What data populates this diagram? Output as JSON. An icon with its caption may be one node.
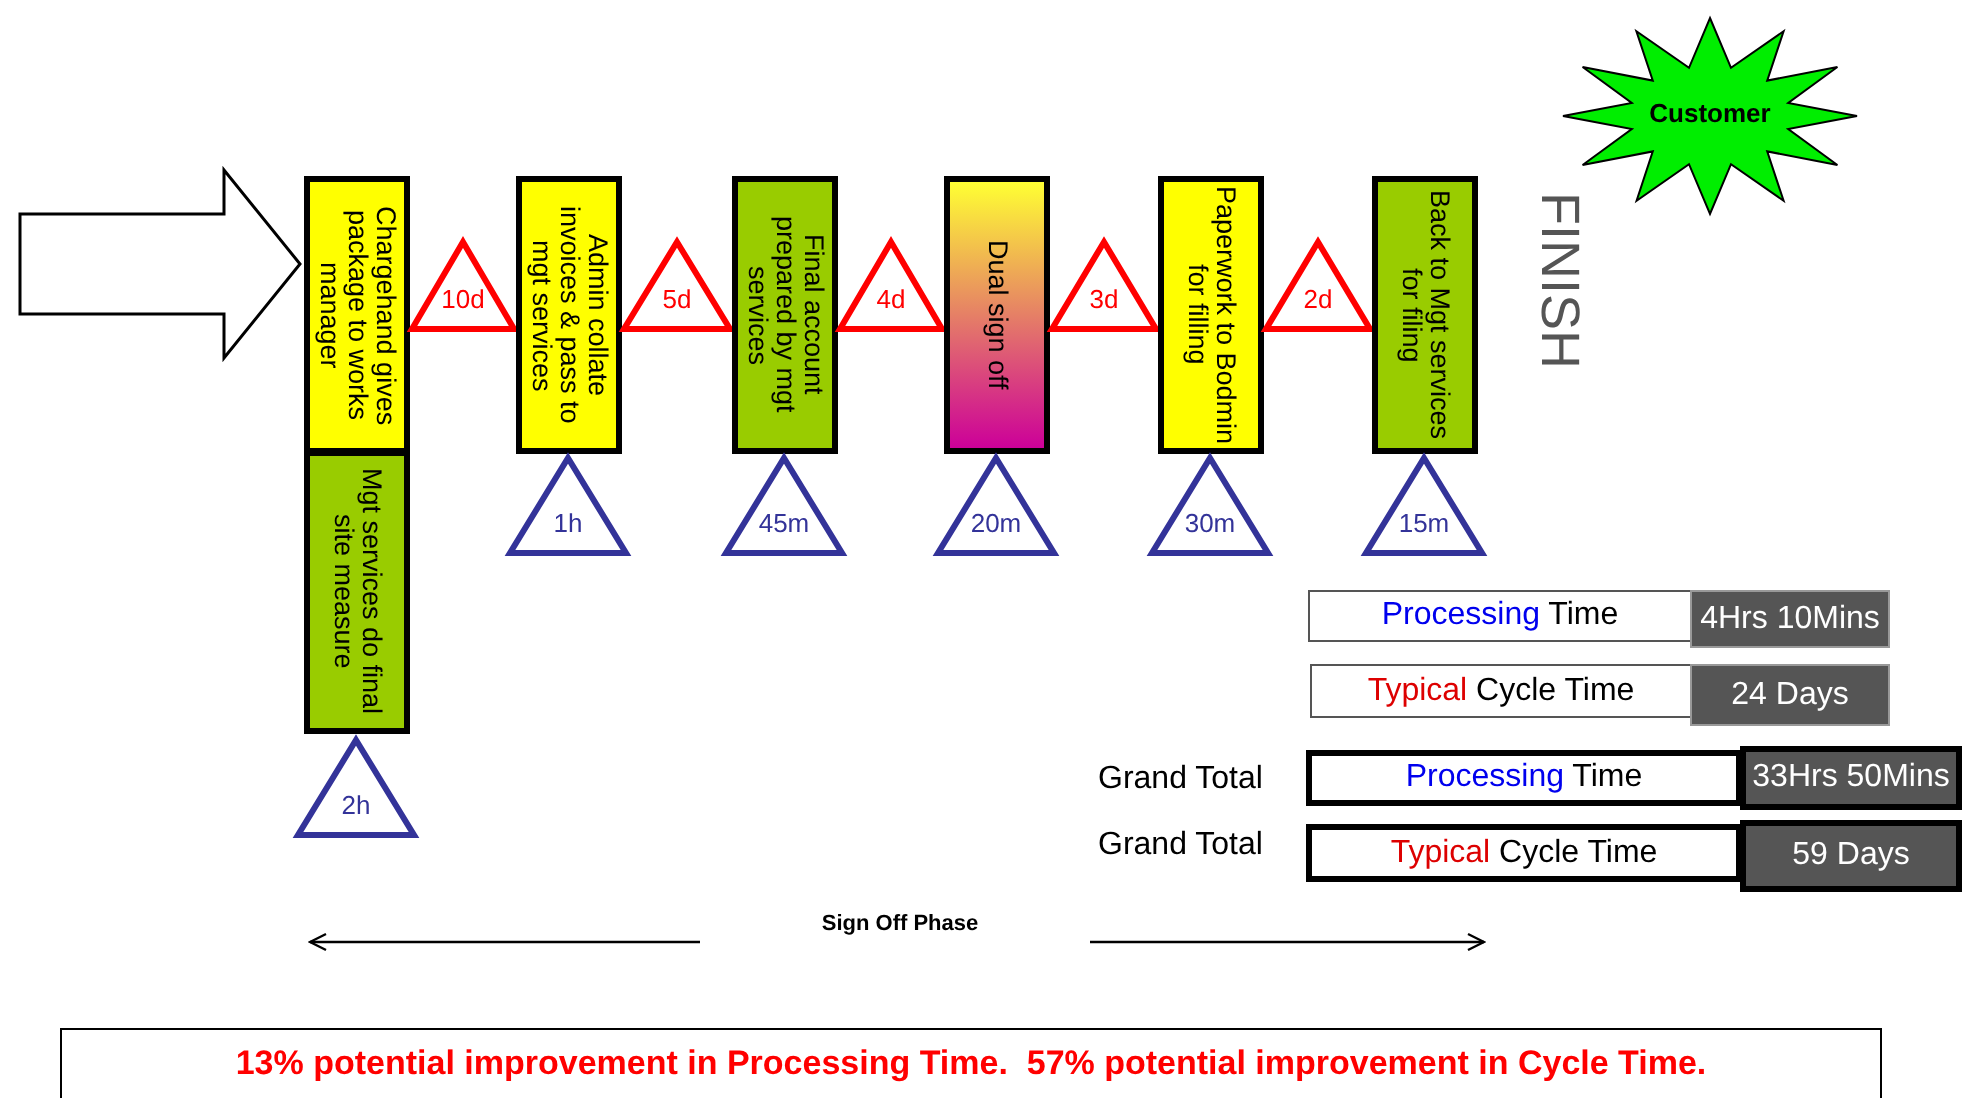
{
  "diagram": {
    "nodes": [
      {
        "text": [
          "Customer"
        ]
      },
      {
        "text": [
          "Chargehand gives package to works manager"
        ]
      },
      {
        "text": [
          "10d"
        ]
      },
      {
        "text": [
          "Admin collate invoices & pass to mgt services"
        ]
      },
      {
        "text": [
          "5d"
        ]
      },
      {
        "text": [
          "Final account prepared by mgt services"
        ]
      },
      {
        "text": [
          "4d"
        ]
      },
      {
        "text": [
          "Dual sign off"
        ]
      },
      {
        "text": [
          "3d"
        ]
      },
      {
        "text": [
          "Paperwork to Bodmin for filling"
        ]
      },
      {
        "text": [
          "2d"
        ]
      },
      {
        "text": [
          "Back to Mgt services for filing"
        ]
      },
      {
        "text": [
          "Mgt services do final site measure"
        ]
      },
      {
        "text": [
          "1h"
        ]
      },
      {
        "text": [
          "45m"
        ]
      },
      {
        "text": [
          "20m"
        ]
      },
      {
        "text": [
          "30m"
        ]
      },
      {
        "text": [
          "15m"
        ]
      },
      {
        "text": [
          "Processing Time"
        ]
      },
      {
        "text": [
          "4Hrs 10Mins"
        ]
      },
      {
        "text": [
          "Typical Cycle Time"
        ]
      },
      {
        "text": [
          "24 Days"
        ]
      },
      {
        "text": [
          "2h"
        ]
      },
      {
        "text": [
          "Processing Time"
        ]
      },
      {
        "text": [
          "33Hrs 50Mins"
        ]
      },
      {
        "text": [
          "Typical Cycle Time"
        ]
      },
      {
        "text": [
          "59 Days"
        ]
      },
      {
        "text": [
          "13% potential improvement in Processing Time.  57% potential improvement in Cycle Time."
        ]
      }
    ],
    "edges": [
      {
        "from": null,
        "to": 1,
        "arrow": "to"
      }
    ],
    "labels": [
      "FINISH",
      "Grand Total",
      "Grand Total",
      "Sign Off Phase"
    ]
  }
}
